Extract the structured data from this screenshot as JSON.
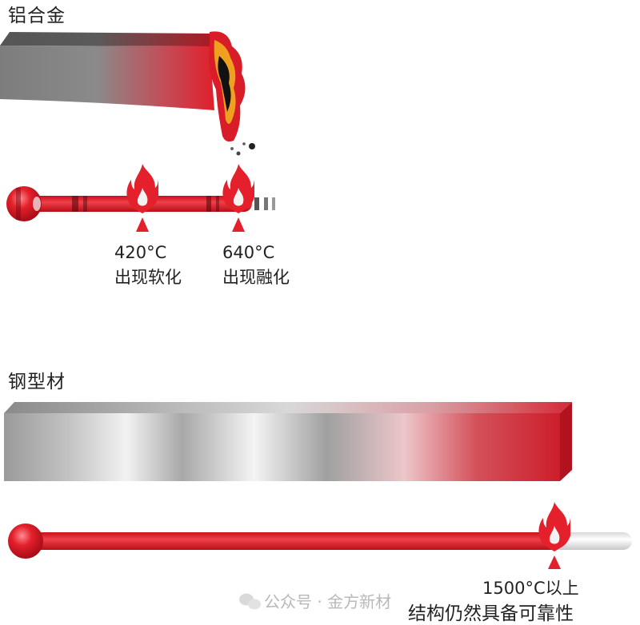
{
  "aluminum": {
    "title": "铝合金",
    "markers": [
      {
        "temp": "420°C",
        "desc": "出现软化"
      },
      {
        "temp": "640°C",
        "desc": "出现融化"
      }
    ]
  },
  "steel": {
    "title": "钢型材",
    "marker": {
      "temp": "1500°C以上",
      "desc": "结构仍然具备可靠性"
    }
  },
  "watermark": "公众号 · 金方新材",
  "colors": {
    "red": "#e3202b",
    "gray": "#7a7a7a",
    "silver": "#c9c9c9"
  }
}
